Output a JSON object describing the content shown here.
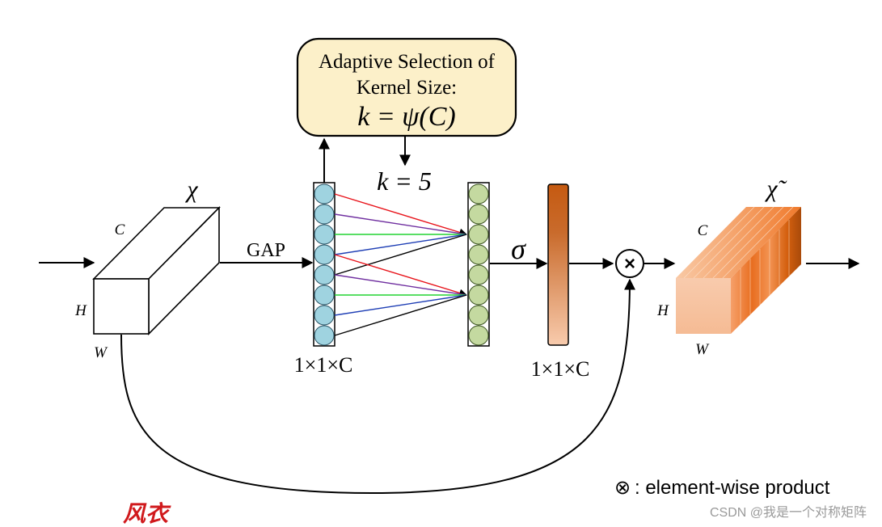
{
  "adaptive_box": {
    "line1": "Adaptive Selection of",
    "line2": "Kernel Size:",
    "formula": "k = ψ(C)"
  },
  "kernel_label": "k = 5",
  "input_tensor": {
    "symbol": "χ",
    "dim_c": "C",
    "dim_h": "H",
    "dim_w": "W"
  },
  "gap_label": "GAP",
  "vector1_label": "1×1×C",
  "sigma_label": "σ",
  "vector2_label": "1×1×C",
  "output_tensor": {
    "symbol": "χ̃",
    "dim_c": "C",
    "dim_h": "H",
    "dim_w": "W"
  },
  "multiply_symbol": "×",
  "legend": {
    "symbol": "⊗",
    "text": ": element-wise product"
  },
  "watermark_seal": "风衣",
  "watermark_text": "CSDN @我是一个对称矩阵",
  "colors": {
    "box_fill": "#fcf0c9",
    "circle_left": "#9fd3e0",
    "circle_right": "#c4d9a0",
    "bar_dark": "#c55a11",
    "bar_light": "#f8cbad",
    "cube_light": "#f8cbad",
    "cube_dark": "#c55a11",
    "line_red": "#e8141b",
    "line_purple": "#7030a0",
    "line_green": "#22d432",
    "line_blue": "#1f3fb5",
    "line_black": "#000000",
    "seal_red": "#d0191c"
  }
}
